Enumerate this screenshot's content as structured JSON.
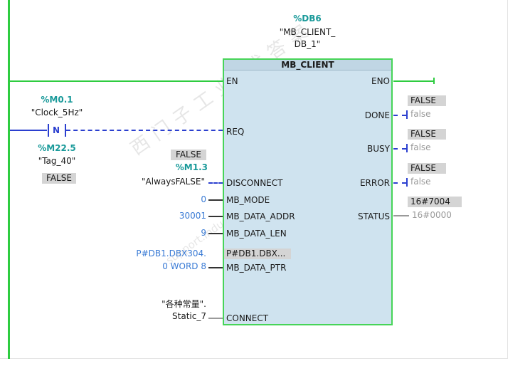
{
  "instance": {
    "address": "%DB6",
    "name_line1": "\"MB_CLIENT_",
    "name_line2": "DB_1\""
  },
  "block": {
    "title": "MB_CLIENT"
  },
  "contact": {
    "address": "%M0.1",
    "name": "\"Clock_5Hz\"",
    "symbol": "N",
    "edge_address": "%M22.5",
    "edge_name": "\"Tag_40\"",
    "edge_value": "FALSE"
  },
  "inputs": {
    "en": "EN",
    "req": "REQ",
    "disconnect": {
      "label": "DISCONNECT",
      "value": "FALSE",
      "address": "%M1.3",
      "name": "\"AlwaysFALSE\""
    },
    "mb_mode": {
      "label": "MB_MODE",
      "value": "0"
    },
    "mb_data_addr": {
      "label": "MB_DATA_ADDR",
      "value": "30001"
    },
    "mb_data_len": {
      "label": "MB_DATA_LEN",
      "value": "9"
    },
    "mb_data_ptr": {
      "label": "MB_DATA_PTR",
      "value_line1": "P#DB1.DBX304.",
      "value_line2": "0 WORD 8",
      "inner_value": "P#DB1.DBX..."
    },
    "connect": {
      "label": "CONNECT",
      "value_line1": "\"各种常量\".",
      "value_line2": "Static_7"
    }
  },
  "outputs": {
    "eno": "ENO",
    "done": {
      "label": "DONE",
      "monitor": "FALSE",
      "value": "false"
    },
    "busy": {
      "label": "BUSY",
      "monitor": "FALSE",
      "value": "false"
    },
    "error": {
      "label": "ERROR",
      "monitor": "FALSE",
      "value": "false"
    },
    "status": {
      "label": "STATUS",
      "monitor": "16#7004",
      "value": "16#0000"
    }
  },
  "watermark": {
    "text1": "西门子工业 找答案",
    "text2": "support.industry.siemens.com/cs"
  },
  "colors": {
    "rail": "#2ecc40",
    "signal_dashed": "#2b3fcf",
    "block_fill": "#cfe3ef",
    "tag": "#1a9a9a",
    "constant": "#3a7bd5"
  }
}
